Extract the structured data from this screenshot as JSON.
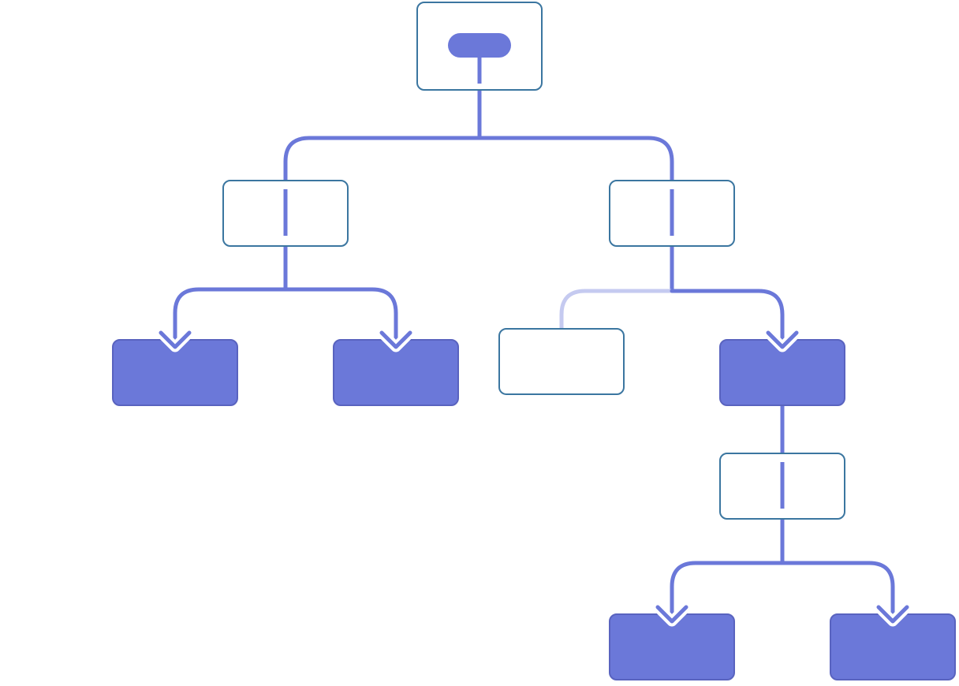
{
  "colors": {
    "background": "#ffffff",
    "edge": "#6b78d9",
    "edge_faded": "#c5caf0",
    "node_border": "#3b76a0",
    "node_fill_white": "#ffffff",
    "node_fill_filled": "#6b78d9",
    "node_border_filled": "#5963bf",
    "root_pill": "#6b78d9",
    "arrow_outline": "#ffffff"
  },
  "diagram": {
    "type": "tree",
    "labels_visible": false,
    "nodes": [
      {
        "id": "root",
        "style": "root",
        "marker": "pill"
      },
      {
        "id": "left-branch",
        "style": "outline"
      },
      {
        "id": "right-branch",
        "style": "outline"
      },
      {
        "id": "left-leaf-1",
        "style": "filled"
      },
      {
        "id": "left-leaf-2",
        "style": "filled"
      },
      {
        "id": "right-empty",
        "style": "outline"
      },
      {
        "id": "right-filled",
        "style": "filled"
      },
      {
        "id": "deep-branch",
        "style": "outline"
      },
      {
        "id": "deep-leaf-1",
        "style": "filled"
      },
      {
        "id": "deep-leaf-2",
        "style": "filled"
      }
    ],
    "edges": [
      {
        "from": "root",
        "to": "left-branch",
        "style": "solid",
        "arrow": false
      },
      {
        "from": "root",
        "to": "right-branch",
        "style": "solid",
        "arrow": false
      },
      {
        "from": "left-branch",
        "to": "left-leaf-1",
        "style": "solid",
        "arrow": true
      },
      {
        "from": "left-branch",
        "to": "left-leaf-2",
        "style": "solid",
        "arrow": true
      },
      {
        "from": "right-branch",
        "to": "right-empty",
        "style": "faded",
        "arrow": false
      },
      {
        "from": "right-branch",
        "to": "right-filled",
        "style": "solid",
        "arrow": true
      },
      {
        "from": "right-filled",
        "to": "deep-branch",
        "style": "solid",
        "arrow": false
      },
      {
        "from": "deep-branch",
        "to": "deep-leaf-1",
        "style": "solid",
        "arrow": true
      },
      {
        "from": "deep-branch",
        "to": "deep-leaf-2",
        "style": "solid",
        "arrow": true
      }
    ]
  }
}
